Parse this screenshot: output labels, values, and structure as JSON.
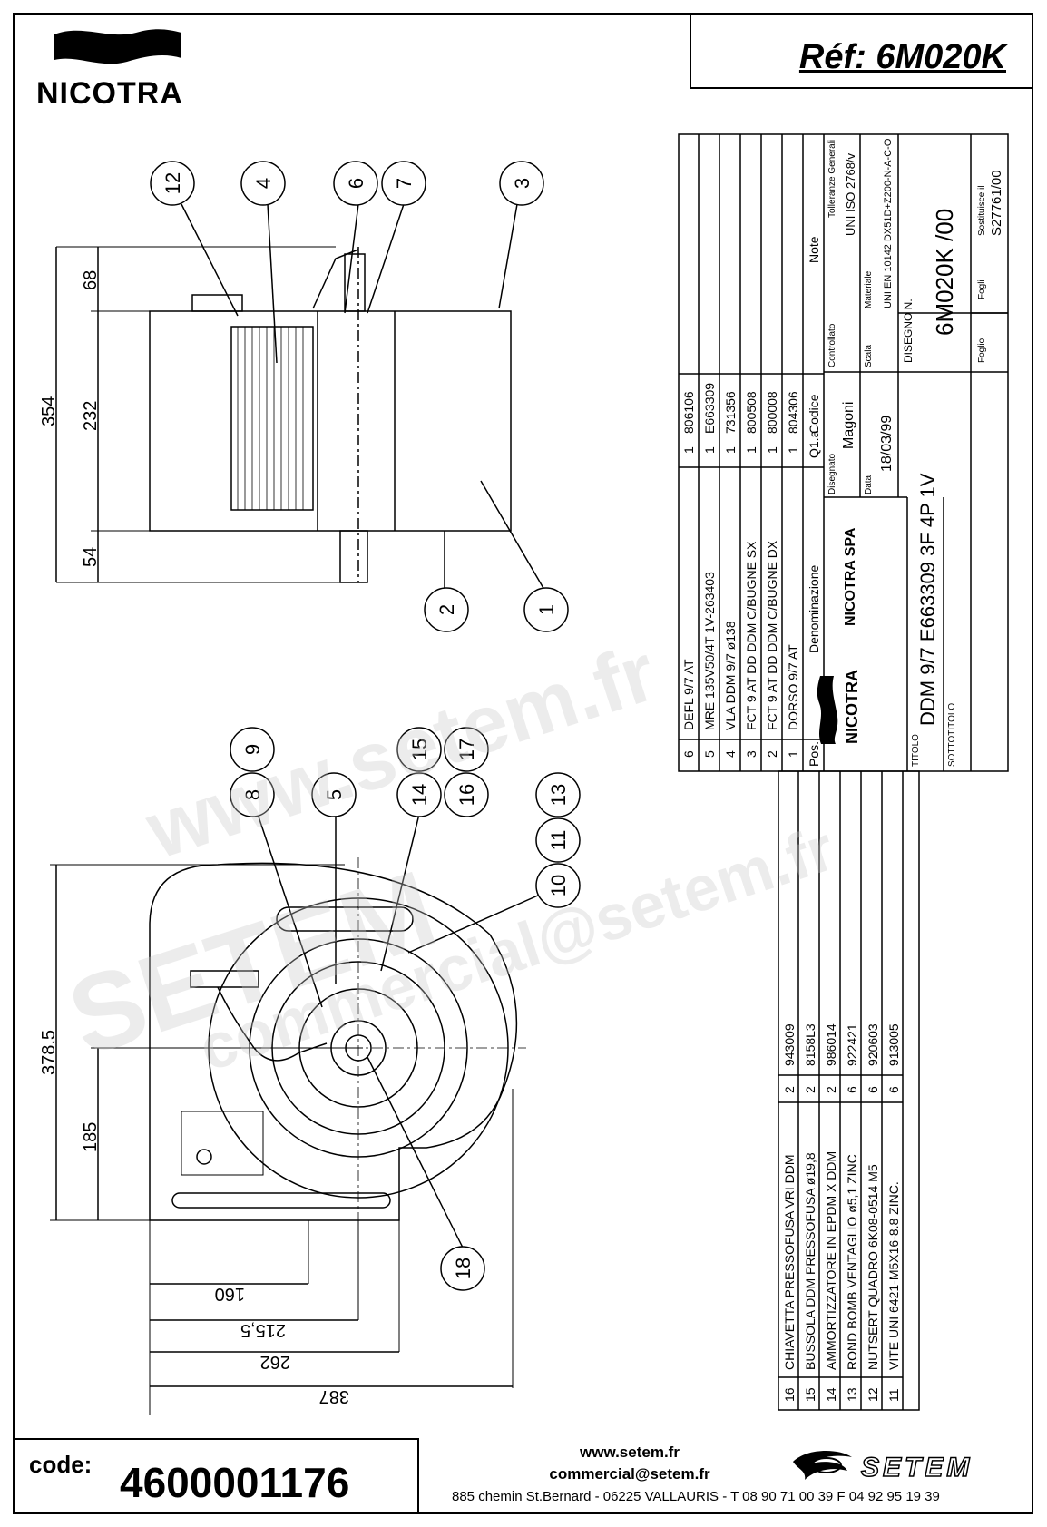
{
  "brand": {
    "logo_text": "NICOTRA"
  },
  "header": {
    "reference": "Réf: 6M020K"
  },
  "balloons_top": [
    "12",
    "4",
    "6",
    "7",
    "3",
    "2",
    "1"
  ],
  "balloons_bottom": [
    "9",
    "8",
    "5",
    "15",
    "17",
    "14",
    "16",
    "13",
    "11",
    "10",
    "18"
  ],
  "dimensions": {
    "top_view": [
      "354",
      "68",
      "232",
      "54"
    ],
    "bottom_view": [
      "378,5",
      "185",
      "160",
      "215,5",
      "262",
      "387"
    ]
  },
  "parts_table_upper": {
    "headers": [
      "Pos.",
      "Denominazione",
      "Q1.a",
      "Codice",
      "Note"
    ],
    "rows": [
      {
        "pos": "6",
        "name": "DEFL 9/7 AT",
        "qty": "1",
        "code": "806106"
      },
      {
        "pos": "5",
        "name": "MRE 135V50/4T 1V-263403",
        "qty": "1",
        "code": "E663309"
      },
      {
        "pos": "4",
        "name": "VLA DDM 9/7 ø138",
        "qty": "1",
        "code": "731356"
      },
      {
        "pos": "3",
        "name": "FCT 9 AT DD DDM C/BUGNE SX",
        "qty": "1",
        "code": "800508"
      },
      {
        "pos": "2",
        "name": "FCT 9 AT DD DDM C/BUGNE DX",
        "qty": "1",
        "code": "800008"
      },
      {
        "pos": "1",
        "name": "DORSO 9/7 AT",
        "qty": "1",
        "code": "804306"
      }
    ]
  },
  "title_block": {
    "company": "NICOTRA SPA",
    "disegnato_label": "Disegnato",
    "disegnato": "Magoni",
    "controllato_label": "Controllato",
    "data_label": "Data",
    "data": "18/03/99",
    "scala_label": "Scala",
    "materiale_label": "Materiale",
    "materiale": "UNI EN 10142 DX51D+Z200-N-A-C-O",
    "tolleranze_label": "Tolleranze Generali",
    "tolleranze": "UNI ISO 2768/v",
    "disegno_label": "DISEGNO N.",
    "disegno": "6M020K /00",
    "foglio_label": "Foglio",
    "fogli_label": "Fogli",
    "sostituisce_label": "Sostituisce il",
    "sostituisce": "S27761/00",
    "titolo_label": "TITOLO",
    "titolo": "DDM 9/7 E663309 3F 4P 1V",
    "sottotitolo_label": "SOTTOTITOLO"
  },
  "parts_table_lower": {
    "rows": [
      {
        "pos": "16",
        "name": "CHIAVETTA PRESSOFUSA VRI DDM",
        "qty": "2",
        "code": "943009"
      },
      {
        "pos": "15",
        "name": "BUSSOLA DDM PRESSOFUSA ø19,8",
        "qty": "2",
        "code": "8158L3"
      },
      {
        "pos": "14",
        "name": "AMMORTIZZATORE IN EPDM X DDM",
        "qty": "2",
        "code": "986014"
      },
      {
        "pos": "13",
        "name": "ROND BOMB VENTAGLIO ø5,1 ZINC",
        "qty": "6",
        "code": "922421"
      },
      {
        "pos": "12",
        "name": "NUTSERT QUADRO 6K08-0514 M5",
        "qty": "6",
        "code": "920603"
      },
      {
        "pos": "11",
        "name": "VITE UNI 6421-M5X16-8.8 ZINC.",
        "qty": "6",
        "code": "913005"
      }
    ]
  },
  "footer": {
    "code_label": "code:",
    "code_value": "4600001176",
    "website": "www.setem.fr",
    "email": "commercial@setem.fr",
    "address": "885 chemin St.Bernard  -  06225 VALLAURIS  -  T 08 90 71 00 39   F 04 92 95 19 39",
    "setem_logo_text": "SETEM"
  },
  "watermark": {
    "url": "www.setem.fr",
    "brand": "SETEM",
    "email": "commercial@setem.fr"
  }
}
